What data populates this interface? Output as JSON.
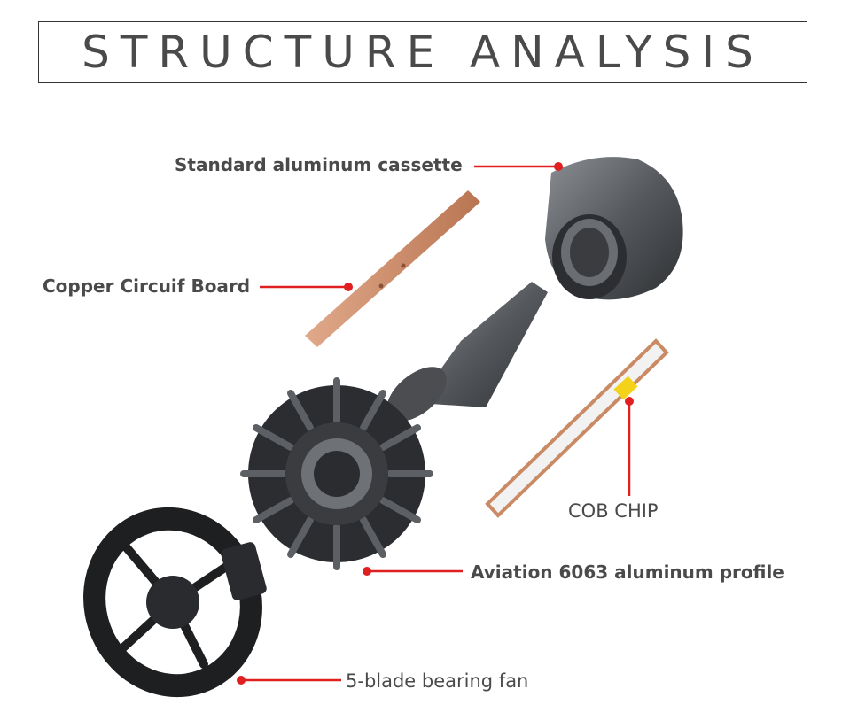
{
  "title": "STRUCTURE ANALYSIS",
  "labels": {
    "cassette": "Standard aluminum cassette",
    "copper_board": "Copper Circuif Board",
    "cob_chip": "COB CHIP",
    "aluminum_profile": "Aviation 6063 aluminum profile",
    "fan": "5-blade bearing fan"
  },
  "colors": {
    "leader_line": "#e02020",
    "title_text": "#4a4a4a",
    "copper": "#c98a64",
    "metal": "#5a5c60"
  }
}
